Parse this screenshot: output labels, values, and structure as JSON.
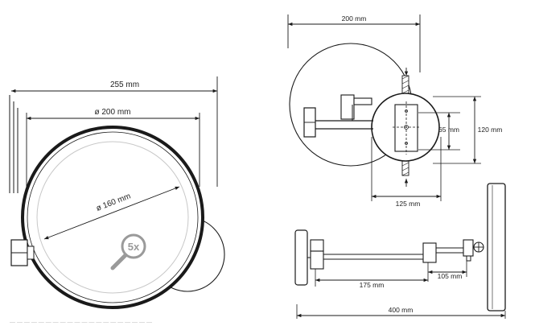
{
  "dimensions": {
    "front_width": "255 mm",
    "front_mirror_diameter": "ø 200 mm",
    "front_inner_diameter": "ø 160 mm",
    "top_diameter": "200 mm",
    "side_plate_height": "65 mm",
    "side_plate_outer": "120 mm",
    "base_width": "125 mm",
    "arm_length": "175 mm",
    "joint_length": "105 mm",
    "total_length": "400 mm"
  },
  "magnification": "5x",
  "colors": {
    "line": "#1a1a1a",
    "light": "#c8c8c8",
    "badge": "#9a9a9a"
  }
}
